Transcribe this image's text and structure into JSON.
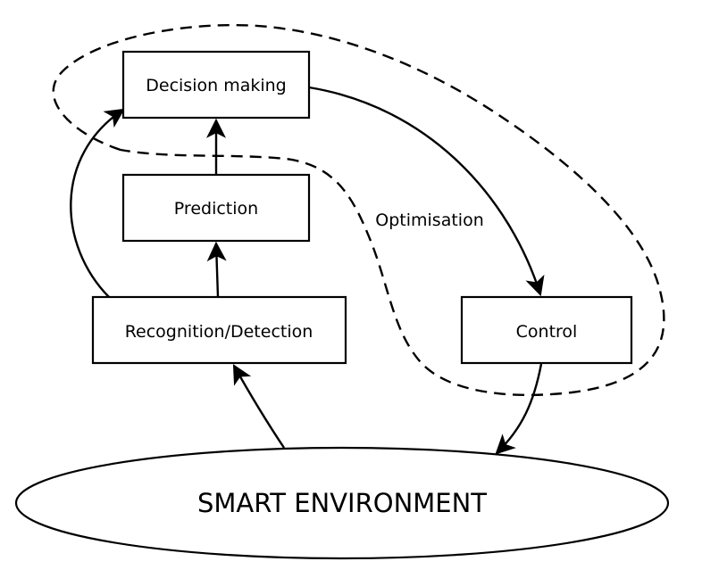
{
  "diagram": {
    "nodes": {
      "decision": "Decision making",
      "prediction": "Prediction",
      "recognition": "Recognition/Detection",
      "control": "Control",
      "environment": "SMART ENVIRONMENT"
    },
    "region_label": "Optimisation",
    "edges": [
      {
        "from": "environment",
        "to": "recognition"
      },
      {
        "from": "recognition",
        "to": "prediction"
      },
      {
        "from": "prediction",
        "to": "decision"
      },
      {
        "from": "recognition",
        "to": "decision"
      },
      {
        "from": "decision",
        "to": "control"
      },
      {
        "from": "control",
        "to": "environment"
      }
    ]
  }
}
